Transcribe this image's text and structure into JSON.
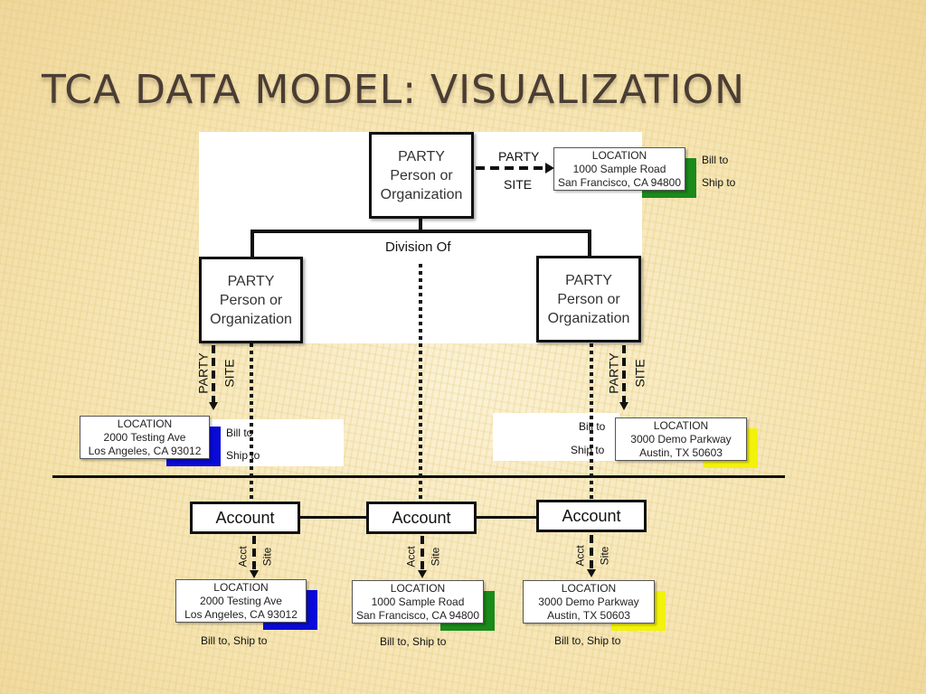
{
  "slide": {
    "title": "TCA DATA MODEL: VISUALIZATION"
  },
  "colors": {
    "blue": "#0a0ad8",
    "green": "#1a8a1a",
    "yellow": "#f2f20a",
    "title": "#4a3d33"
  },
  "party": {
    "line1": "PARTY",
    "line2": "Person or",
    "line3": "Organization"
  },
  "connectors": {
    "party": "PARTY",
    "site": "SITE",
    "division_of": "Division Of",
    "acct": "Acct",
    "site_short": "Site"
  },
  "usage": {
    "bill_to": "Bill to",
    "ship_to": "Ship to",
    "combined": "Bill to, Ship to"
  },
  "locations": {
    "top": {
      "title": "LOCATION",
      "street": "1000 Sample Road",
      "city": "San Francisco, CA 94800"
    },
    "left": {
      "title": "LOCATION",
      "street": "2000 Testing Ave",
      "city": "Los Angeles, CA  93012"
    },
    "right": {
      "title": "LOCATION",
      "street": "3000 Demo Parkway",
      "city": "Austin, TX  50603"
    },
    "bottom_left": {
      "title": "LOCATION",
      "street": "2000 Testing Ave",
      "city": "Los Angeles, CA  93012"
    },
    "bottom_center": {
      "title": "LOCATION",
      "street": "1000 Sample Road",
      "city": "San Francisco, CA 94800"
    },
    "bottom_right": {
      "title": "LOCATION",
      "street": "3000 Demo Parkway",
      "city": "Austin, TX  50603"
    }
  },
  "accounts": {
    "label": "Account"
  }
}
